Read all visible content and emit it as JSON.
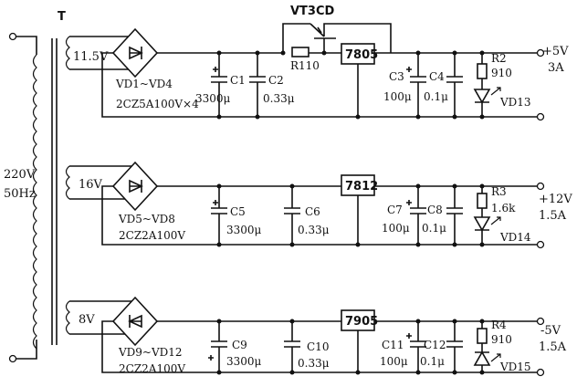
{
  "transformer": {
    "name": "T",
    "input_voltage": "220V",
    "input_freq": "50Hz",
    "secondary_1": "11.5V",
    "secondary_2": "16V",
    "secondary_3": "8V"
  },
  "rail_5v": {
    "bridge_line1": "VD1~VD4",
    "bridge_line2": "2CZ5A100V×4",
    "c1_name": "C1",
    "c1_value": "3300μ",
    "c2_name": "C2",
    "c2_value": "0.33μ",
    "transistor": "VT3CD",
    "r1_name": "R110",
    "regulator": "7805",
    "c3_name": "C3",
    "c3_value": "100μ",
    "c4_name": "C4",
    "c4_value": "0.1μ",
    "r2_name": "R2",
    "r2_value": "910",
    "led_name": "VD13",
    "out_voltage": "+5V",
    "out_current": "3A"
  },
  "rail_12v": {
    "bridge_line1": "VD5~VD8",
    "bridge_line2": "2CZ2A100V",
    "c5_name": "C5",
    "c5_value": "3300μ",
    "c6_name": "C6",
    "c6_value": "0.33μ",
    "regulator": "7812",
    "c7_name": "C7",
    "c7_value": "100μ",
    "c8_name": "C8",
    "c8_value": "0.1μ",
    "r3_name": "R3",
    "r3_value": "1.6k",
    "led_name": "VD14",
    "out_voltage": "+12V",
    "out_current": "1.5A"
  },
  "rail_neg5v": {
    "bridge_line1": "VD9~VD12",
    "bridge_line2": "2CZ2A100V",
    "c9_name": "C9",
    "c9_value": "3300μ",
    "c10_name": "C10",
    "c10_value": "0.33μ",
    "regulator": "7905",
    "c11_name": "C11",
    "c11_value": "100μ",
    "c12_name": "C12",
    "c12_value": "0.1μ",
    "r4_name": "R4",
    "r4_value": "910",
    "led_name": "VD15",
    "out_voltage": "-5V",
    "out_current": "1.5A"
  }
}
